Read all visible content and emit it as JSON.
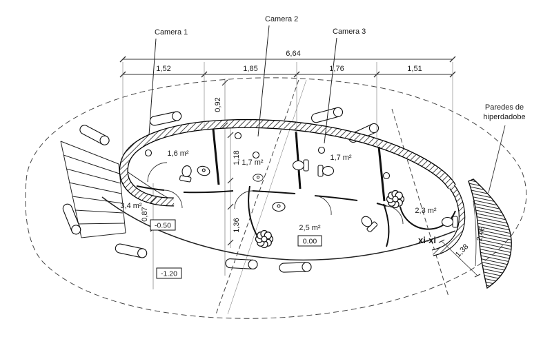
{
  "drawing": {
    "kind": "architectural floor plan",
    "line_color": "#1a1a1a",
    "background": "#ffffff"
  },
  "labels": {
    "camera1": "Camera 1",
    "camera2": "Camera 2",
    "camera3": "Camera 3",
    "walls_note_line1": "Paredes de",
    "walls_note_line2": "hiperdadobe",
    "section_mark": "xi-xi"
  },
  "dims": {
    "total": "6,64",
    "seg1": "1,52",
    "seg2": "1,85",
    "seg3": "1,76",
    "seg4": "1,51",
    "v1": "0,92",
    "v2": "1,18",
    "v3": "0,87",
    "v4": "1,36",
    "v5": "1,38",
    "v6": "2,46"
  },
  "areas": {
    "room1": "1,6 m²",
    "room2": "1,7 m²",
    "room3": "1,7 m²",
    "hall": "3,4 m²",
    "mid": "2,5 m²",
    "right": "2,3 m²"
  },
  "levels": {
    "upper": "-0.50",
    "main": "0.00",
    "lower": "-1.20"
  }
}
